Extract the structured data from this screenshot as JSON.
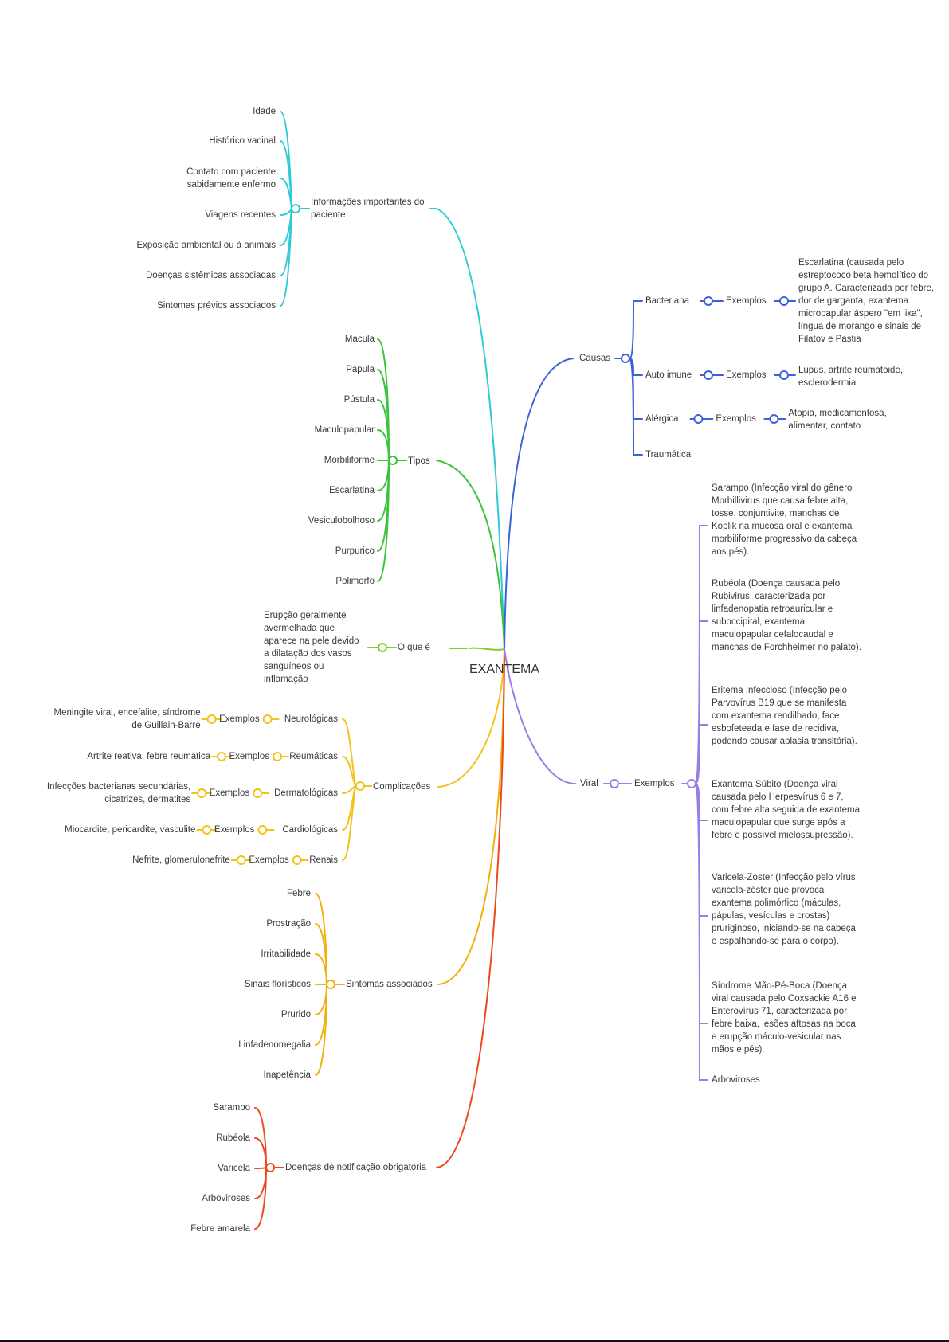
{
  "center": "EXANTEMA",
  "colors": {
    "info": "#2fcad6",
    "tipos": "#3cc23c",
    "oque": "#7fd02c",
    "compl": "#f2c318",
    "sint": "#f0b010",
    "doencas": "#ec4a1c",
    "causas": "#3b62d9",
    "viral": "#9a7ee6"
  },
  "branches": {
    "info": {
      "label": "Informações importantes do paciente",
      "items": [
        "Idade",
        "Histórico vacinal",
        "Contato com paciente sabidamente enfermo",
        "Viagens recentes",
        "Exposição ambiental ou à animais",
        "Doenças sistêmicas associadas",
        "Sintomas prévios associados"
      ]
    },
    "tipos": {
      "label": "Tipos",
      "items": [
        "Mácula",
        "Pápula",
        "Pústula",
        "Maculopapular",
        "Morbiliforme",
        "Escarlatina",
        "Vesiculobolhoso",
        "Purpurico",
        "Polimorfo"
      ]
    },
    "oque": {
      "label": "O que é",
      "detail": "Erupção geralmente avermelhada que aparece na pele devido a dilatação dos vasos sanguíneos ou inflamação"
    },
    "compl": {
      "label": "Complicações",
      "example_label": "Exemplos",
      "items": [
        {
          "name": "Neurológicas",
          "ex": "Meningite viral, encefalite, síndrome de Guillain-Barre"
        },
        {
          "name": "Reumáticas",
          "ex": "Artrite reativa, febre reumática"
        },
        {
          "name": "Dermatológicas",
          "ex": "Infecções bacterianas secundárias, cicatrizes, dermatites"
        },
        {
          "name": "Cardiológicas",
          "ex": "Miocardite, pericardite, vasculite"
        },
        {
          "name": "Renais",
          "ex": "Nefrite, glomerulonefrite"
        }
      ]
    },
    "sint": {
      "label": "Sintomas associados",
      "items": [
        "Febre",
        "Prostração",
        "Irritabilidade",
        "Sinais florísticos",
        "Prurido",
        "Linfadenomegalia",
        "Inapetência"
      ]
    },
    "doencas": {
      "label": "Doenças de notificação obrigatória",
      "items": [
        "Sarampo",
        "Rubéola",
        "Varicela",
        "Arboviroses",
        "Febre amarela"
      ]
    },
    "causas": {
      "label": "Causas",
      "example_label": "Exemplos",
      "items": [
        {
          "name": "Bacteriana",
          "ex": "Escarlatina (causada pelo estreptococo beta hemolítico do grupo A. Caracterizada por febre, dor de garganta, exantema micropapular áspero \"em lixa\", língua de morango e sinais de Filatov e Pastia"
        },
        {
          "name": "Auto imune",
          "ex": "Lupus, artrite reumatoide, esclerodermia"
        },
        {
          "name": "Alérgica",
          "ex": "Atopia, medicamentosa, alimentar, contato"
        },
        {
          "name": "Traumática",
          "ex": ""
        }
      ]
    },
    "viral": {
      "label": "Viral",
      "example_label": "Exemplos",
      "items": [
        "Sarampo (Infecção viral do gênero Morbillivirus que causa febre alta, tosse, conjuntivite, manchas de Koplik na mucosa oral e exantema morbiliforme progressivo da cabeça aos pés).",
        "Rubéola (Doença causada pelo Rubivirus, caracterizada por linfadenopatia retroauricular e suboccipital, exantema maculopapular cefalocaudal e manchas de Forchheimer no palato).",
        "Eritema Infeccioso (Infecção pelo Parvovírus B19 que se manifesta com exantema rendilhado, face esbofeteada e fase de recidiva, podendo causar aplasia transitória).",
        "Exantema Súbito (Doença viral causada pelo Herpesvírus 6 e 7, com febre alta seguida de exantema maculopapular que surge após a febre e possível mielossupressão).",
        "Varicela-Zoster (Infecção pelo vírus varicela-zóster que provoca exantema polimórfico (máculas, pápulas, vesículas e crostas) pruriginoso, iniciando-se na cabeça e espalhando-se para o corpo).",
        "Síndrome Mão-Pé-Boca (Doença viral causada pelo Coxsackie A16 e Enterovírus 71, caracterizada por febre baixa, lesões aftosas na boca e erupção máculo-vesicular nas mãos e pés).",
        "Arboviroses"
      ]
    }
  }
}
